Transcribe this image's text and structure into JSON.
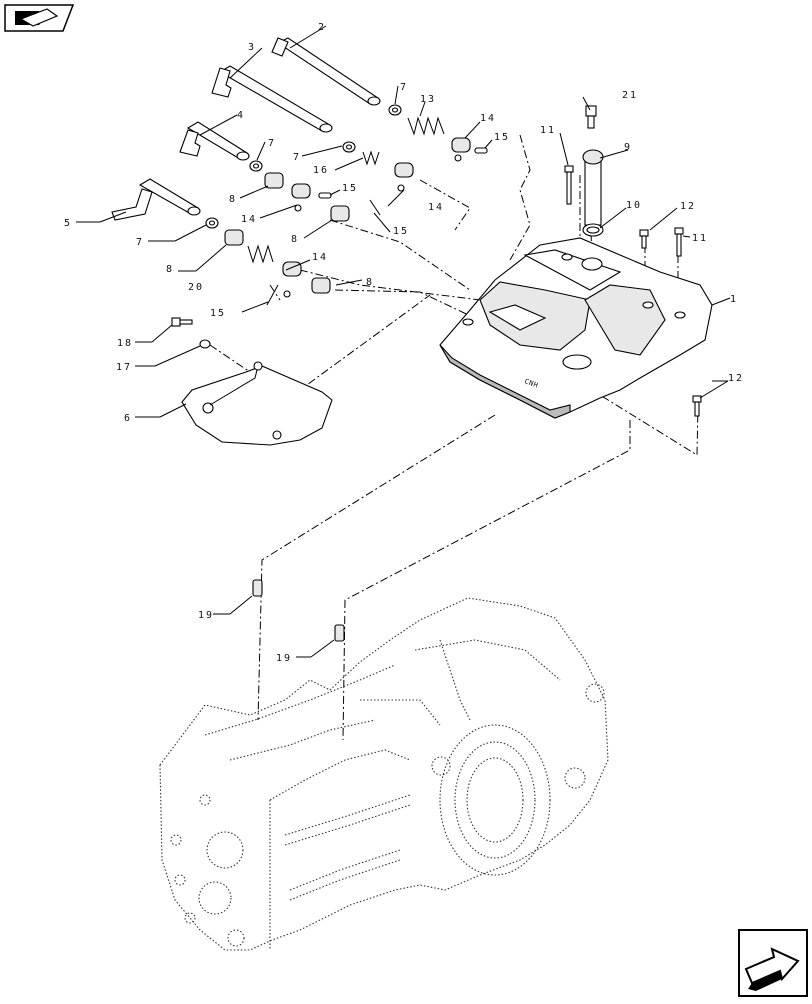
{
  "nav": {
    "back_icon": "back-arrow-icon",
    "next_icon": "next-arrow-icon"
  },
  "callouts": {
    "c1": "1",
    "c2": "2",
    "c3": "3",
    "c4": "4",
    "c5": "5",
    "c6": "6",
    "c7a": "7",
    "c7b": "7",
    "c7c": "7",
    "c7d": "7",
    "c8a": "8",
    "c8b": "8",
    "c8c": "8",
    "c8d": "8",
    "c9": "9",
    "c10": "10",
    "c11a": "11",
    "c11b": "11",
    "c12a": "12",
    "c12b": "12",
    "c13": "13",
    "c14a": "14",
    "c14b": "14",
    "c14c": "14",
    "c14d": "14",
    "c15a": "15",
    "c15b": "15",
    "c15c": "15",
    "c15d": "15",
    "c16": "16",
    "c17": "17",
    "c18": "18",
    "c19a": "19",
    "c19b": "19",
    "c20": "20",
    "c21": "21"
  }
}
